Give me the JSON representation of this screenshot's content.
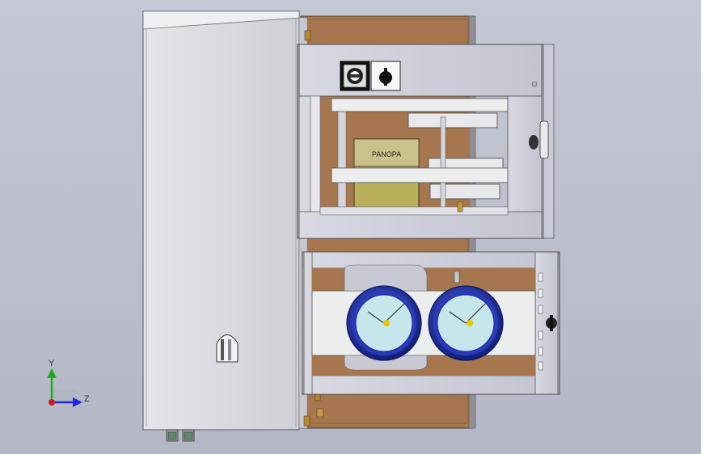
{
  "viewport": {
    "background_top": "#c4c8d4",
    "background_bottom": "#b4b8c6"
  },
  "model": {
    "component_label": "PANOPA",
    "colors": {
      "cabinet_body": "#dadbe0",
      "cabinet_edge": "#6a6c74",
      "backplate": "#a6774e",
      "component_block": "#b8b05a",
      "meter_rim": "#1c2a9c",
      "meter_face": "#c5e6ea",
      "meter_hands": "#e8c800"
    }
  },
  "triad": {
    "y_label": "Y",
    "z_label": "Z",
    "y_color": "#18b018",
    "z_color": "#1a2ae0",
    "x_color": "#d01818"
  }
}
